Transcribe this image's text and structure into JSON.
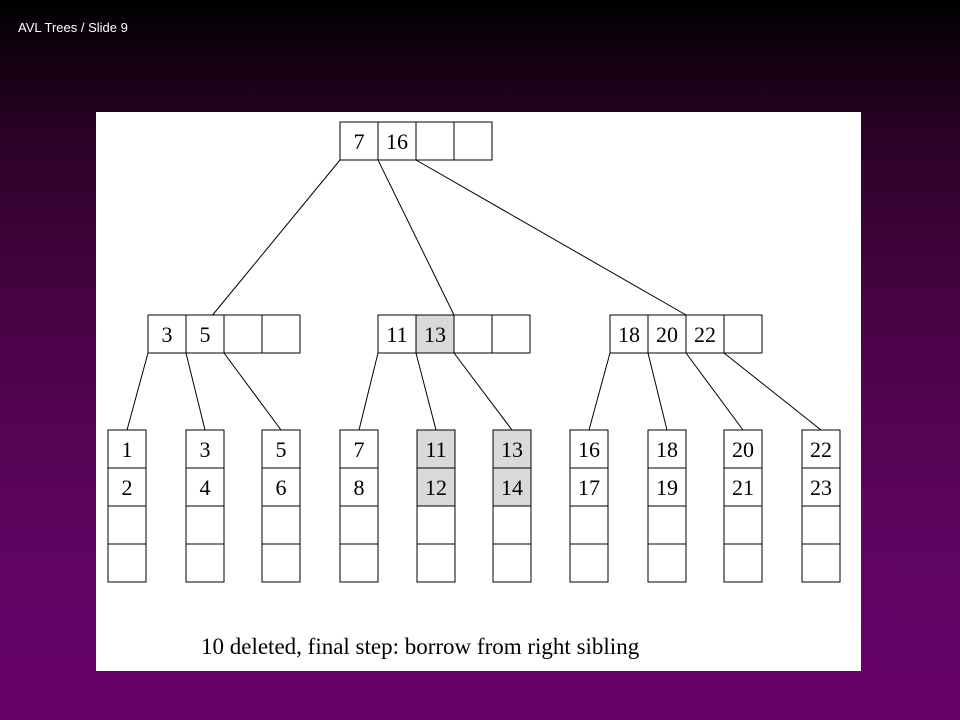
{
  "header": {
    "text": "AVL Trees / Slide 9"
  },
  "diagram": {
    "colors": {
      "node_fill": "#ffffff",
      "highlight_fill": "#d9d9d9",
      "stroke": "#000000"
    },
    "root": {
      "keys": [
        "7",
        "16",
        "",
        ""
      ],
      "highlight": [
        false,
        false,
        false,
        false
      ]
    },
    "internal": [
      {
        "keys": [
          "3",
          "5",
          "",
          ""
        ],
        "highlight": [
          false,
          false,
          false,
          false
        ]
      },
      {
        "keys": [
          "11",
          "13",
          "",
          ""
        ],
        "highlight": [
          false,
          true,
          false,
          false
        ]
      },
      {
        "keys": [
          "18",
          "20",
          "22",
          ""
        ],
        "highlight": [
          false,
          false,
          false,
          false
        ]
      }
    ],
    "leaves": [
      {
        "keys": [
          "1",
          "2",
          "",
          ""
        ],
        "highlight": false,
        "parent": 0
      },
      {
        "keys": [
          "3",
          "4",
          "",
          ""
        ],
        "highlight": false,
        "parent": 0
      },
      {
        "keys": [
          "5",
          "6",
          "",
          ""
        ],
        "highlight": false,
        "parent": 0
      },
      {
        "keys": [
          "7",
          "8",
          "",
          ""
        ],
        "highlight": false,
        "parent": 1
      },
      {
        "keys": [
          "11",
          "12",
          "",
          ""
        ],
        "highlight": true,
        "parent": 1
      },
      {
        "keys": [
          "13",
          "14",
          "",
          ""
        ],
        "highlight": true,
        "parent": 1
      },
      {
        "keys": [
          "16",
          "17",
          "",
          ""
        ],
        "highlight": false,
        "parent": 2
      },
      {
        "keys": [
          "18",
          "19",
          "",
          ""
        ],
        "highlight": false,
        "parent": 2
      },
      {
        "keys": [
          "20",
          "21",
          "",
          ""
        ],
        "highlight": false,
        "parent": 2
      },
      {
        "keys": [
          "22",
          "23",
          "",
          ""
        ],
        "highlight": false,
        "parent": 2
      }
    ],
    "caption": "10 deleted, final step: borrow from right sibling"
  }
}
